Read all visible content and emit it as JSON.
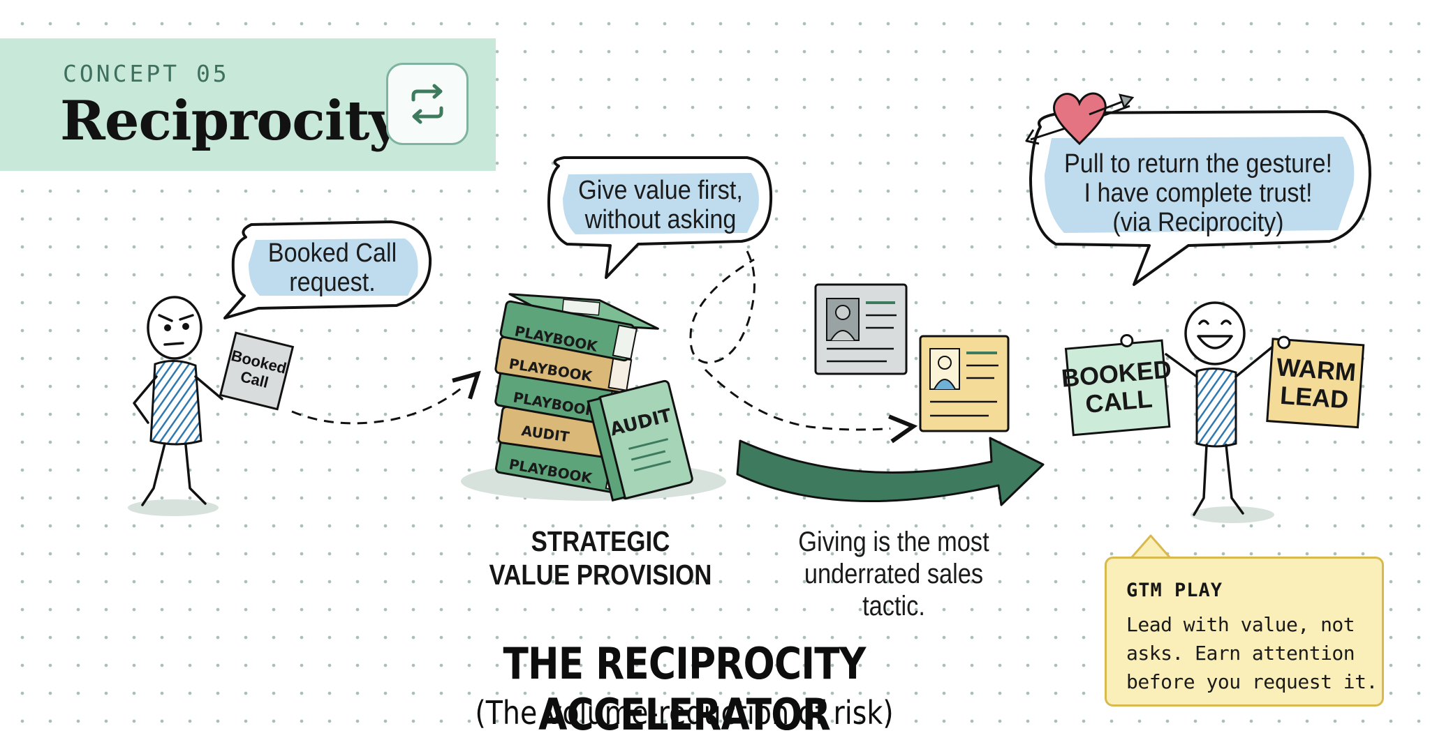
{
  "header": {
    "concept_label": "CONCEPT 05",
    "title": "Reciprocity",
    "icon": "swap-arrows-icon"
  },
  "left_character": {
    "speech_lines": [
      "Booked Call",
      "request."
    ],
    "card_lines": [
      "Booked",
      "Call"
    ]
  },
  "books": {
    "speech_lines": [
      "Give value first,",
      "without asking"
    ],
    "spines": [
      "PLAYBOOK",
      "PLAYBOOK",
      "PLAYBOOK",
      "AUDIT",
      "PLAYBOOK"
    ],
    "leaning_book": "AUDIT",
    "label_lines": [
      "STRATEGIC",
      "VALUE PROVISION"
    ]
  },
  "middle": {
    "tagline_lines": [
      "Giving is the most",
      "underrated sales",
      "tactic."
    ]
  },
  "right_character": {
    "speech_lines": [
      "Pull to return the gesture!",
      "I have complete trust!",
      "(via Reciprocity)"
    ],
    "left_sign_lines": [
      "BOOKED",
      "CALL"
    ],
    "right_sign_lines": [
      "WARM",
      "LEAD"
    ]
  },
  "title": {
    "main": "THE RECIPROCITY ACCELERATOR",
    "subtitle": "(The volume-reduction of risk)"
  },
  "gtm": {
    "heading": "GTM PLAY",
    "body": "Lead with value, not asks. Earn attention before you request it."
  },
  "colors": {
    "mint": "#c8e8d9",
    "green_dark": "#3d7a5e",
    "green_book": "#5ea47a",
    "tan_book": "#d9b878",
    "blue_highlight": "#bfdcef",
    "sticky_yellow": "#f4dc98",
    "sticky_green": "#cdebd9",
    "heart": "#e57482"
  }
}
